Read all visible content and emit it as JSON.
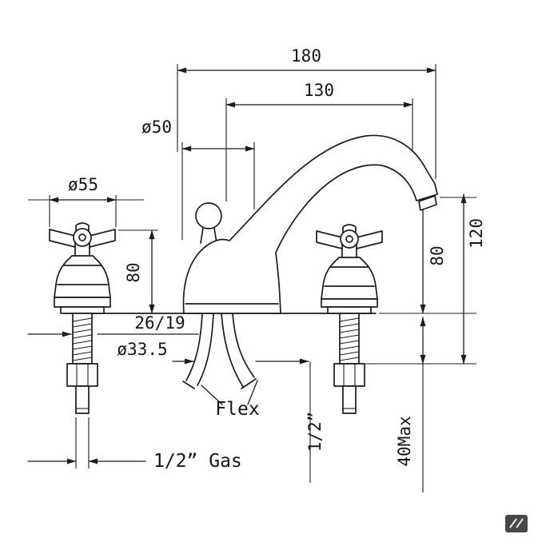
{
  "drawing": {
    "dimensions": {
      "overall_width": "180",
      "spout_reach": "130",
      "body_diameter": "ø50",
      "handle_diameter": "ø55",
      "left_height": "80",
      "outlet_height": "80",
      "total_height": "120",
      "thread_detail": "26/19",
      "flex_diameter": "ø33.5",
      "inlet_thread_gas": "1/2” Gas",
      "inlet_thread": "1/2”",
      "max_counter_thickness": "40Max"
    },
    "labels": {
      "flex": "Flex"
    },
    "colors": {
      "line": "#1c1c1c",
      "background": "#ffffff",
      "logo": "#4b4747"
    }
  }
}
